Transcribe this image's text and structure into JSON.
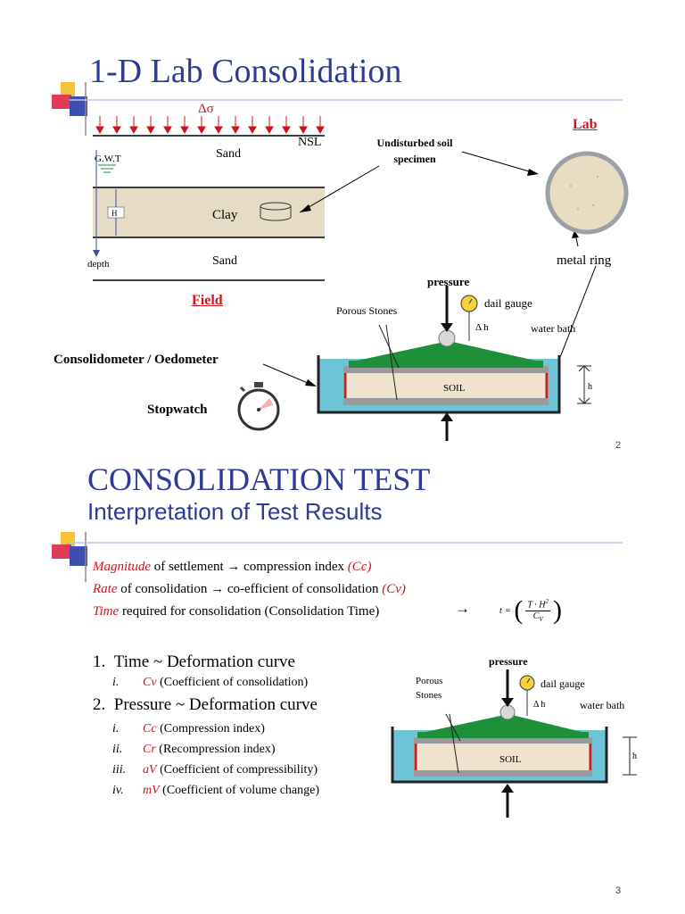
{
  "slide1": {
    "title": "1-D Lab Consolidation",
    "delta_sigma": "Δσ",
    "nsl": "NSL",
    "gwt": "G.W.T",
    "sand_top": "Sand",
    "clay": "Clay",
    "h_label": "H",
    "sand_bottom": "Sand",
    "depth": "depth",
    "undisturbed": [
      "Undisturbed soil",
      "specimen"
    ],
    "lab": "Lab",
    "metal_ring": "metal ring",
    "field": "Field",
    "consolidometer": "Consolidometer / Oedometer",
    "stopwatch": "Stopwatch",
    "apparatus": {
      "pressure": "pressure",
      "dial_gauge": "dail gauge",
      "delta_h": "Δ h",
      "water_bath": "water bath",
      "porous_stones": "Porous Stones",
      "soil": "SOIL",
      "h": "h"
    },
    "page_number": "2"
  },
  "slide2": {
    "title": "CONSOLIDATION TEST",
    "subtitle": "Interpretation of Test Results",
    "lines": [
      {
        "red": "Magnitude",
        "black": " of settlement → compression index ",
        "red2": "(Cc)"
      },
      {
        "red": "Rate",
        "black": " of consolidation  → co-efficient of consolidation ",
        "red2": "(Cv)"
      },
      {
        "red": "Time",
        "black": " required for consolidation (Consolidation Time)",
        "red2": ""
      }
    ],
    "arrow": "→",
    "formula": {
      "t": "t",
      "eq": "=",
      "num": "T · H",
      "sup": "2",
      "den": "C",
      "den_sub": "V"
    },
    "list1": {
      "num": "1.",
      "text": "Time ~ Deformation curve"
    },
    "list1_items": [
      {
        "roman": "i.",
        "sym": "Cv",
        "text": " (Coefficient of consolidation)"
      }
    ],
    "list2": {
      "num": "2.",
      "text": "Pressure ~ Deformation curve"
    },
    "list2_items": [
      {
        "roman": "i.",
        "sym": "Cc",
        "text": " (Compression index)"
      },
      {
        "roman": "ii.",
        "sym": "Cr",
        "text": " (Recompression index)"
      },
      {
        "roman": "iii.",
        "sym": "aV",
        "text": " (Coefficient of compressibility)"
      },
      {
        "roman": "iv.",
        "sym": "mV",
        "text": " (Coefficient of volume change)"
      }
    ],
    "apparatus": {
      "pressure": "pressure",
      "dial_gauge": "dail gauge",
      "delta_h": "Δ h",
      "water_bath": "water bath",
      "porous": "Porous",
      "stones": "Stones",
      "soil": "SOIL",
      "h": "h"
    },
    "page_number": "3"
  },
  "colors": {
    "title": "#2d3a96",
    "red": "#d0141c",
    "clay": "#e6dcc6",
    "water": "#6cc4d6",
    "green": "#1e8f3a"
  }
}
